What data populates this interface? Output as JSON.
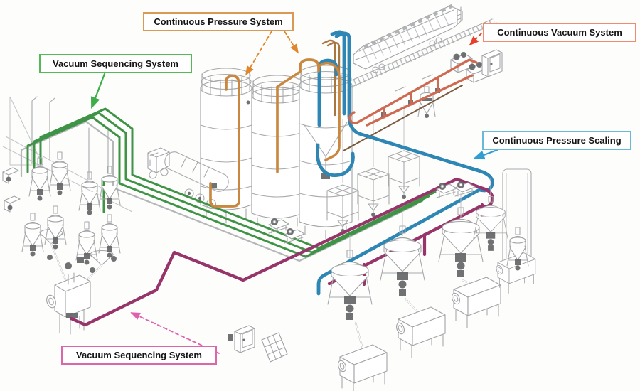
{
  "callouts": [
    {
      "id": "continuous-pressure-system",
      "label": "Continuous Pressure System",
      "border_color": "#da9a55",
      "arrow_color": "#e0862c",
      "arrow_style": "dashed"
    },
    {
      "id": "continuous-vacuum-system",
      "label": "Continuous Vacuum System",
      "border_color": "#f08a70",
      "arrow_color": "#e8402a",
      "arrow_style": "dashed"
    },
    {
      "id": "vacuum-sequencing-system-top",
      "label": "Vacuum Sequencing System",
      "border_color": "#57b857",
      "arrow_color": "#3fae4a",
      "arrow_style": "solid"
    },
    {
      "id": "continuous-pressure-scaling",
      "label": "Continuous Pressure Scaling",
      "border_color": "#6ab9d8",
      "arrow_color": "#2e9fd0",
      "arrow_style": "solid"
    },
    {
      "id": "vacuum-sequencing-system-bottom",
      "label": "Vacuum Sequencing System",
      "border_color": "#dd66aa",
      "arrow_color": "#e060b0",
      "arrow_style": "dashed"
    }
  ],
  "pipe_systems": [
    {
      "name": "Continuous Pressure System",
      "color": "#c9873f"
    },
    {
      "name": "Continuous Vacuum System",
      "color": "#cf6a52"
    },
    {
      "name": "Vacuum Sequencing System (overhead lines)",
      "color": "#3f9347"
    },
    {
      "name": "Continuous Pressure Scaling",
      "color": "#2e86b5"
    },
    {
      "name": "Vacuum Sequencing System (floor line)",
      "color": "#97356b"
    }
  ],
  "equipment_icons": [
    "railcar-icon",
    "storage-silo-icon",
    "tanker-truck-icon",
    "vacuum-receiver-icon",
    "funnel-icon",
    "blender-machine-icon",
    "frame-bin-icon",
    "pump-unit-icon",
    "cyclone-separator-icon",
    "blower-unit-icon",
    "scale-hopper-icon",
    "process-machine-icon",
    "control-panel-icon",
    "manifold-grid-icon",
    "support-frame-icon"
  ],
  "background_color": "#fdfdfc"
}
